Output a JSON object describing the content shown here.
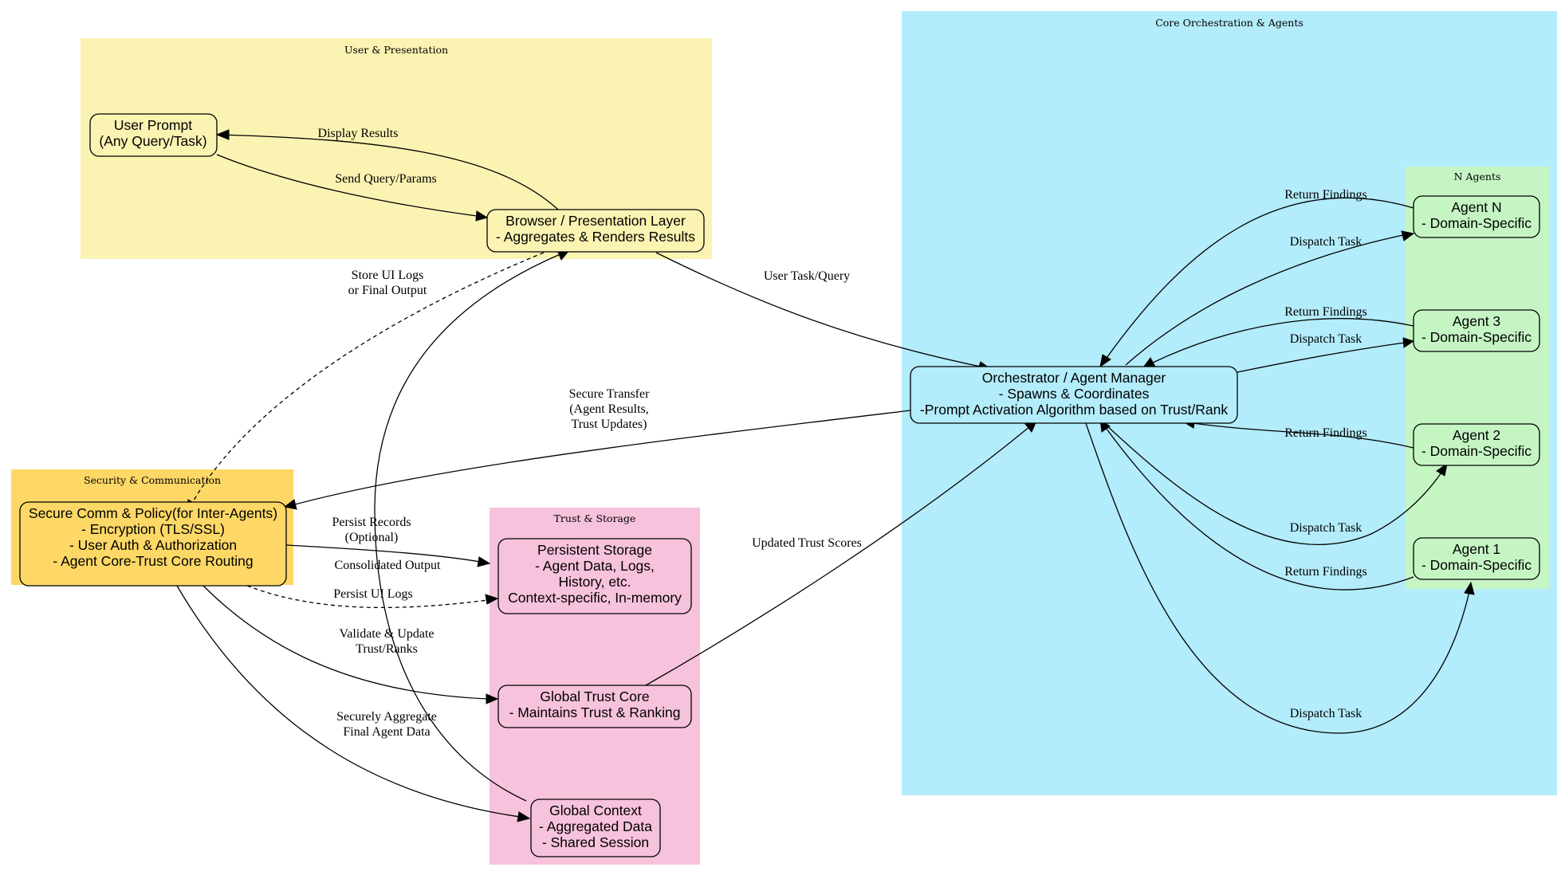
{
  "colors": {
    "user_cluster": "#fbf3b2",
    "core_cluster": "#b3ecfa",
    "agents_cluster": "#c6f5c4",
    "security_cluster": "#fed866",
    "storage_cluster": "#f7c2dc",
    "secure_node": "#fed866",
    "storage_node": "#f7c2dc",
    "core_node": "#b3ecfa",
    "agent_node": "#c6f5c4",
    "user_node": "#fbf3b2"
  },
  "clusters": {
    "user": "User & Presentation",
    "core": "Core Orchestration & Agents",
    "agents": "N Agents",
    "security": "Security & Communication",
    "storage": "Trust & Storage"
  },
  "nodes": {
    "user_prompt": [
      "User Prompt",
      "(Any Query/Task)"
    ],
    "browser": [
      "Browser / Presentation Layer",
      "- Aggregates & Renders Results"
    ],
    "orchestrator": [
      "Orchestrator / Agent Manager",
      "- Spawns & Coordinates",
      "-Prompt Activation Algorithm based on Trust/Rank"
    ],
    "agent_n": [
      "Agent N",
      "- Domain-Specific"
    ],
    "agent_3": [
      "Agent 3",
      "- Domain-Specific"
    ],
    "agent_2": [
      "Agent 2",
      "- Domain-Specific"
    ],
    "agent_1": [
      "Agent 1",
      "- Domain-Specific"
    ],
    "secure_comm": [
      "Secure Comm & Policy(for Inter-Agents)",
      "- Encryption (TLS/SSL)",
      "- User Auth & Authorization",
      "- Agent Core-Trust Core Routing"
    ],
    "persistent_storage": [
      "Persistent Storage",
      "- Agent Data, Logs,",
      "History, etc.",
      "Context-specific, In-memory"
    ],
    "global_trust": [
      "Global Trust Core",
      "- Maintains Trust & Ranking"
    ],
    "global_context": [
      "Global Context",
      "- Aggregated Data",
      "- Shared Session"
    ]
  },
  "edges": {
    "display_results": [
      "Display Results"
    ],
    "send_query": [
      "Send Query/Params"
    ],
    "user_task": [
      "User Task/Query"
    ],
    "store_ui_logs": [
      "Store UI Logs",
      "or Final Output"
    ],
    "secure_transfer": [
      "Secure Transfer",
      "(Agent Results,",
      "Trust Updates)"
    ],
    "return_n": [
      "Return Findings"
    ],
    "dispatch_n": [
      "Dispatch Task"
    ],
    "return_3": [
      "Return Findings"
    ],
    "dispatch_3": [
      "Dispatch Task"
    ],
    "return_2": [
      "Return Findings"
    ],
    "dispatch_2": [
      "Dispatch Task"
    ],
    "return_1": [
      "Return Findings"
    ],
    "dispatch_1": [
      "Dispatch Task"
    ],
    "persist_records": [
      "Persist Records",
      "(Optional)"
    ],
    "consolidated_output": [
      "Consolidated Output"
    ],
    "persist_ui_logs": [
      "Persist UI Logs"
    ],
    "validate_update": [
      "Validate & Update",
      "Trust/Ranks"
    ],
    "securely_aggregate": [
      "Securely Aggregate",
      "Final Agent Data"
    ],
    "updated_trust": [
      "Updated Trust Scores"
    ]
  }
}
